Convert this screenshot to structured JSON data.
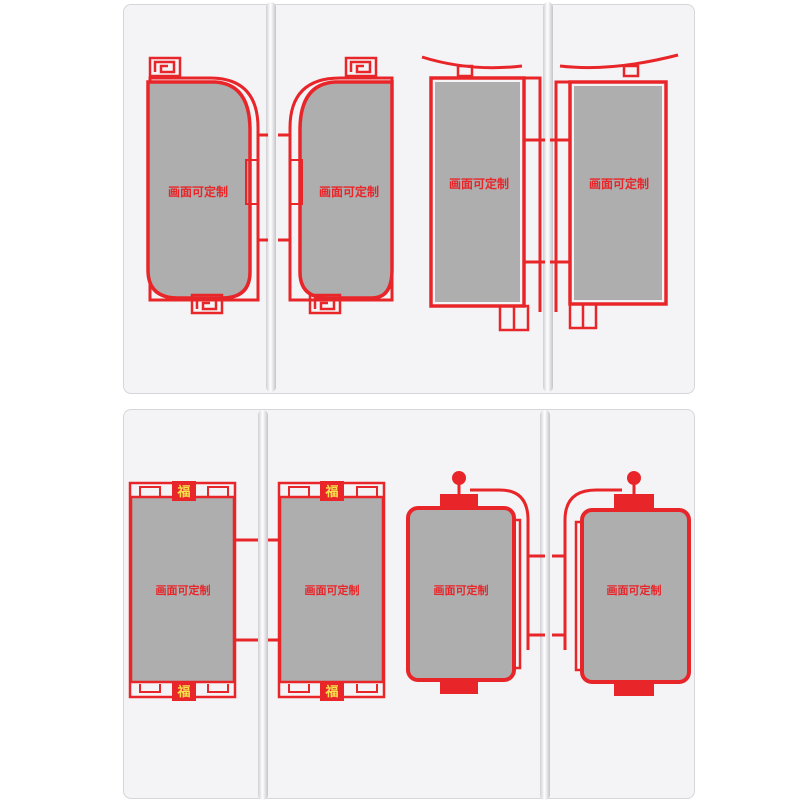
{
  "colors": {
    "frame": "#e8262a",
    "sign": "#aeaeae",
    "fu_text": "#f5e04a",
    "background": "#f4f4f6"
  },
  "signs": {
    "top_1": "画面可定制",
    "top_2": "画面可定制",
    "top_3": "画面可定制",
    "top_4": "画面可定制",
    "bottom_1": "画面可定制",
    "bottom_2": "画面可定制",
    "bottom_3": "画面可定制",
    "bottom_4": "画面可定制"
  },
  "fu_char": "福"
}
